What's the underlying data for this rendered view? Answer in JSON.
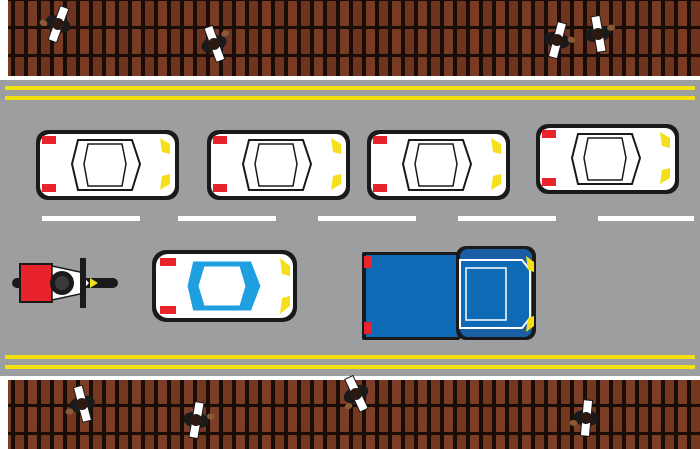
{
  "scene": {
    "colors": {
      "brick_mortar": "#1a0d08",
      "brick": "#7a3b24",
      "road": "#9d9e9f",
      "road_edge": "#ffffff",
      "center_line": "#f2e010",
      "lane_marking": "#ffffff",
      "car_body": "#ffffff",
      "car_outline": "#1a1a1a",
      "car_glass": "#ffffff",
      "taillight": "#e8232b",
      "headlight": "#f3e01a",
      "taxi_glass": "#1e9fe0",
      "truck_body": "#0e6ab4",
      "truck_cab": "#1a5fa6",
      "motorbike": "#e8232b",
      "pedestrian_hair": "#2a1a12",
      "pedestrian_skin": "#8a5a38"
    },
    "icons": {
      "sidewalk": "brick-sidewalk",
      "car": "car-top-view-icon",
      "taxi": "blue-roof-car-icon",
      "truck": "pickup-truck-icon",
      "bike": "motorcycle-rider-icon",
      "person": "pedestrian-icon"
    },
    "counts": {
      "parked_cars": 4,
      "moving_vehicles": 3,
      "pedestrians": 8
    }
  }
}
